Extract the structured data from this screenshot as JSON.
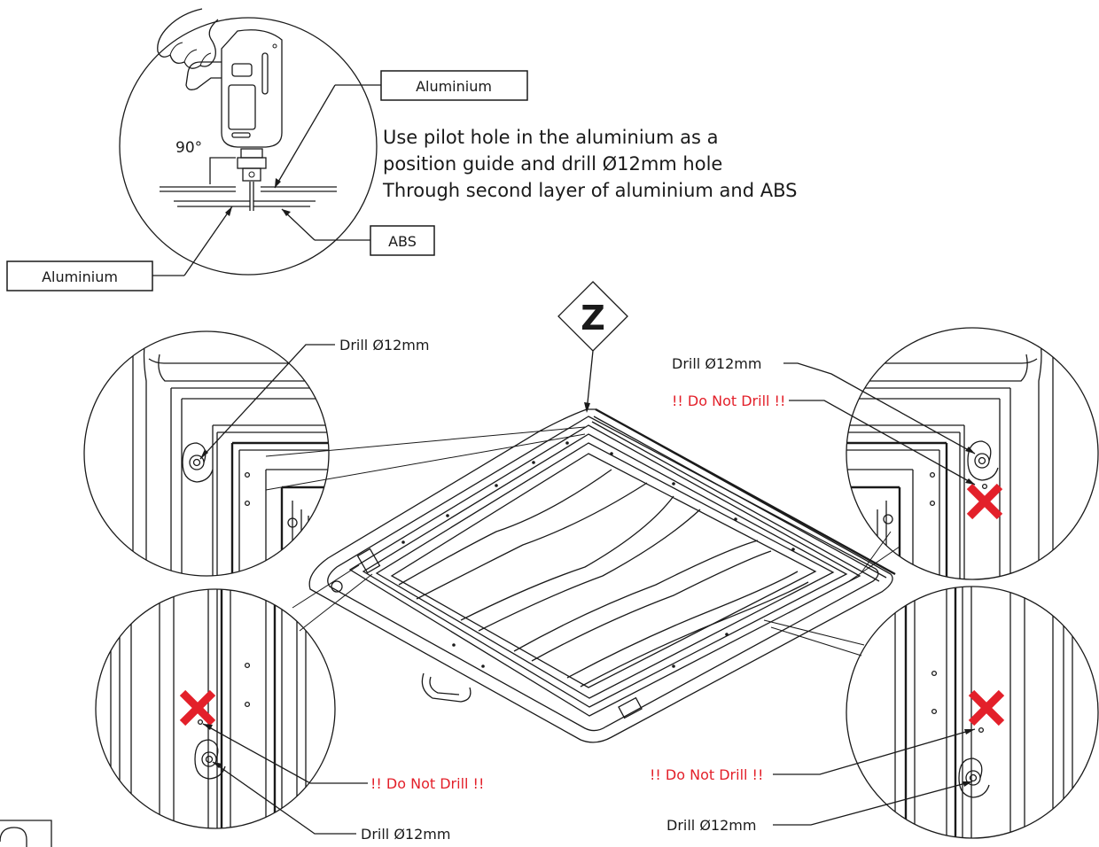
{
  "labels": {
    "aluminium_top": "Aluminium",
    "aluminium_left": "Aluminium",
    "abs": "ABS",
    "angle": "90°",
    "instruction_line1": "Use pilot hole in the aluminium as a",
    "instruction_line2": "position guide and drill Ø12mm hole",
    "instruction_line3": "Through second layer of aluminium and ABS",
    "view_marker": "Z",
    "drill_top_left": "Drill Ø12mm",
    "drill_top_right": "Drill Ø12mm",
    "do_not_drill_top_right": "!! Do Not Drill !!",
    "do_not_drill_bottom_left": "!! Do Not Drill !!",
    "drill_bottom_left": "Drill Ø12mm",
    "do_not_drill_bottom_right": "!! Do Not Drill !!",
    "drill_bottom_right": "Drill Ø12mm"
  },
  "colors": {
    "line": "#1a1a1a",
    "warning": "#e3202a",
    "background": "#ffffff"
  },
  "icons": [
    "drill-icon",
    "hand-icon",
    "cross-mark-icon",
    "drill-hole-icon",
    "view-marker-diamond"
  ]
}
